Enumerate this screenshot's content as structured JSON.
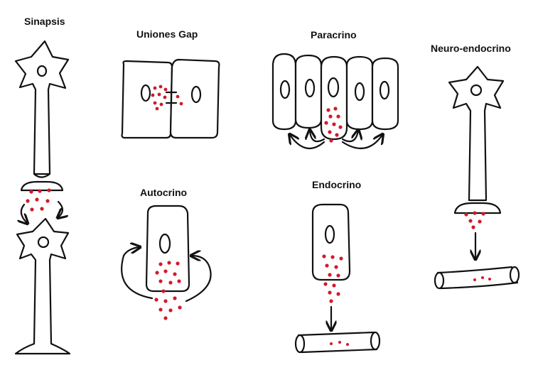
{
  "labels": {
    "sinapsis": "Sinapsis",
    "uniones_gap": "Uniones Gap",
    "paracrino": "Paracrino",
    "neuro_endocrino": "Neuro-endocrino",
    "autocrino": "Autocrino",
    "endocrino": "Endocrino"
  },
  "colors": {
    "ink": "#111111",
    "signal": "#d11a2a",
    "background": "#ffffff"
  }
}
